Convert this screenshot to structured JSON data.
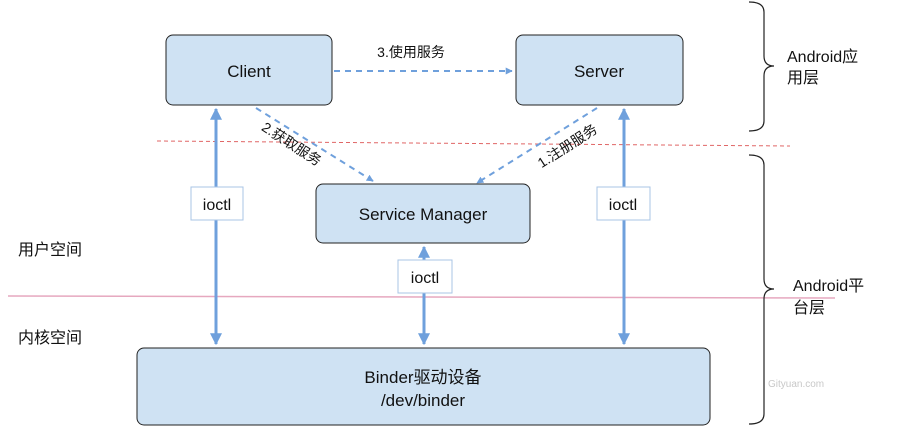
{
  "nodes": {
    "client": "Client",
    "server": "Server",
    "service_manager": "Service Manager",
    "binder_line1": "Binder驱动设备",
    "binder_line2": "/dev/binder"
  },
  "arrows": {
    "use_service": "3.使用服务",
    "get_service": "2.获取服务",
    "register_service": "1.注册服务"
  },
  "ioctl_labels": {
    "client": "ioctl",
    "service_manager": "ioctl",
    "server": "ioctl"
  },
  "layers": {
    "app_layer_line1": "Android应",
    "app_layer_line2": "用层",
    "platform_layer_line1": "Android平",
    "platform_layer_line2": "台层",
    "user_space": "用户空间",
    "kernel_space": "内核空间"
  },
  "watermark": "Gityuan.com",
  "colors": {
    "box_fill": "#cfe2f3",
    "box_stroke": "#222222",
    "arrow": "#6fa0dc",
    "app_divider": "#e06666",
    "kernel_divider": "#e6a8bf",
    "brace": "#222222"
  }
}
